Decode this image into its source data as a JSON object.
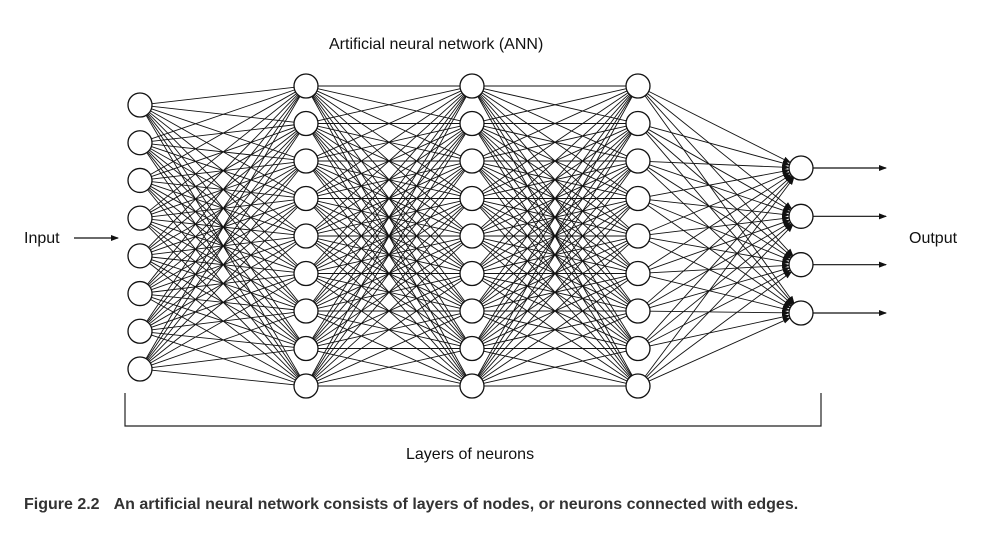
{
  "diagram": {
    "title": "Artificial neural network (ANN)",
    "input_label": "Input",
    "output_label": "Output",
    "layers_label": "Layers of neurons",
    "layers": [
      {
        "name": "input-layer",
        "nodes": 8
      },
      {
        "name": "hidden-layer-1",
        "nodes": 9
      },
      {
        "name": "hidden-layer-2",
        "nodes": 9
      },
      {
        "name": "hidden-layer-3",
        "nodes": 9
      },
      {
        "name": "output-layer",
        "nodes": 4
      }
    ]
  },
  "caption": {
    "number": "Figure 2.2",
    "text": "An artificial neural network consists of layers of nodes, or neurons connected with edges."
  }
}
